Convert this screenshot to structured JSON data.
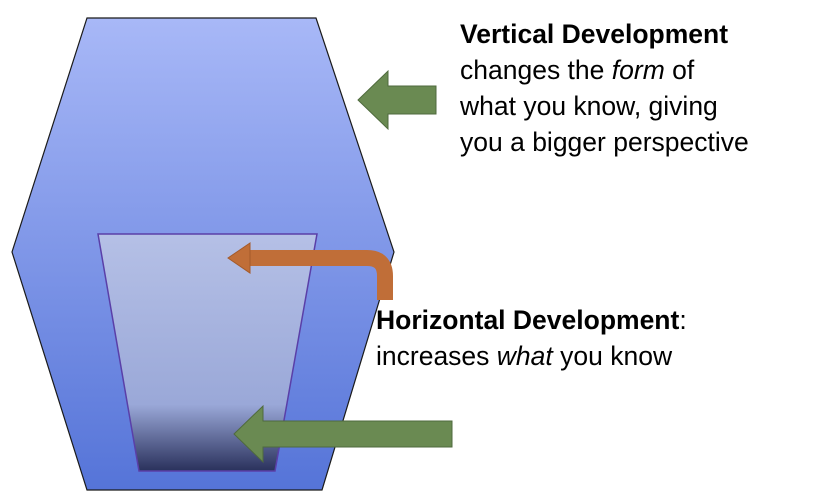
{
  "colors": {
    "hexagon_top": "#a8b8f7",
    "hexagon_bottom": "#5574d8",
    "hexagon_stroke": "#1a1a1a",
    "cup_top": "#b5c0e6",
    "cup_mid": "#9aa8d8",
    "cup_bottom": "#2a315c",
    "cup_stroke": "#5a3fa8",
    "green_arrow": "#6a8a52",
    "orange_arrow": "#c06e38"
  },
  "vertical": {
    "heading": "Vertical Development",
    "line1_rest": "changes the ",
    "line1_em": "form",
    "line1_after": " of",
    "line2": "what you know, giving",
    "line3": "you a bigger perspective"
  },
  "horizontal": {
    "heading": "Horizontal Development",
    "heading_suffix": ":",
    "line2_before": "increases ",
    "line2_em": "what",
    "line2_after": " you know"
  }
}
